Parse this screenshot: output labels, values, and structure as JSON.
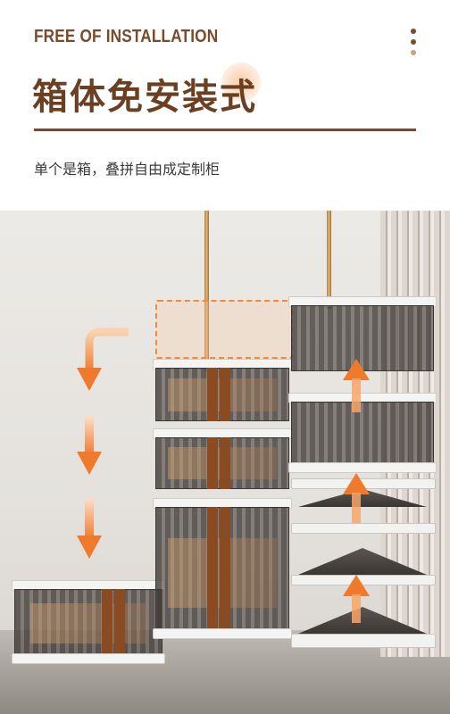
{
  "header": {
    "en_title": "FREE OF INSTALLATION",
    "cn_title": "箱体免安装式",
    "subtitle": "单个是箱，叠拼自由成定制柜"
  },
  "colors": {
    "brand_brown": "#7a4a2a",
    "dark_brown": "#6b3f22",
    "accent_orange": "#f08a3c",
    "dot_1": "#7a4a2a",
    "dot_2": "#7a4a2a",
    "dot_3": "#c9a27f"
  },
  "icons": [
    "more-dots-icon",
    "arrow-down-icon",
    "arrow-up-icon"
  ]
}
